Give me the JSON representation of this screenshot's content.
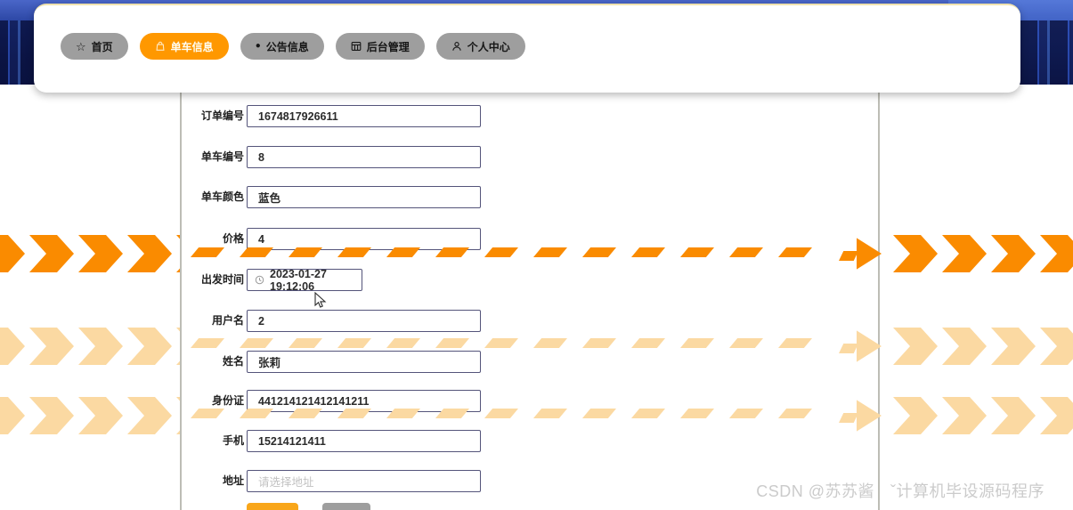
{
  "nav": {
    "items": [
      {
        "name": "home",
        "label": "首页",
        "icon": "star-icon",
        "active": false
      },
      {
        "name": "bike-info",
        "label": "单车信息",
        "icon": "bag-icon",
        "active": true
      },
      {
        "name": "notice-info",
        "label": "公告信息",
        "icon": "circle-icon",
        "active": false
      },
      {
        "name": "admin",
        "label": "后台管理",
        "icon": "grid-icon",
        "active": false
      },
      {
        "name": "profile",
        "label": "个人中心",
        "icon": "person-icon",
        "active": false
      }
    ]
  },
  "form": {
    "fields": [
      {
        "name": "order-number",
        "label": "订单编号",
        "value": "1674817926611"
      },
      {
        "name": "bike-number",
        "label": "单车编号",
        "value": "8"
      },
      {
        "name": "bike-color",
        "label": "单车颜色",
        "value": "蓝色"
      },
      {
        "name": "price",
        "label": "价格",
        "value": "4"
      },
      {
        "name": "depart-time",
        "label": "出发时间",
        "value": "2023-01-27 19:12:06",
        "icon": "clock-icon",
        "narrow": true
      },
      {
        "name": "username",
        "label": "用户名",
        "value": "2"
      },
      {
        "name": "real-name",
        "label": "姓名",
        "value": "张莉"
      },
      {
        "name": "id-card",
        "label": "身份证",
        "value": "441214121412141211"
      },
      {
        "name": "phone",
        "label": "手机",
        "value": "15214121411"
      },
      {
        "name": "address",
        "label": "地址",
        "value": "",
        "placeholder": "请选择地址"
      }
    ]
  },
  "watermark": {
    "left": "CSDN @苏苏酱",
    "right": "ˇ计算机毕设源码程序"
  },
  "colors": {
    "accent_orange": "#ff9800",
    "nav_gray": "#9e9e9e",
    "arrow_bright": "#fa8b00",
    "arrow_pale": "#fbd9a2",
    "city_navy": "#16246b",
    "submit_orange": "#f9a61a",
    "reset_gray": "#9e9e9e"
  }
}
